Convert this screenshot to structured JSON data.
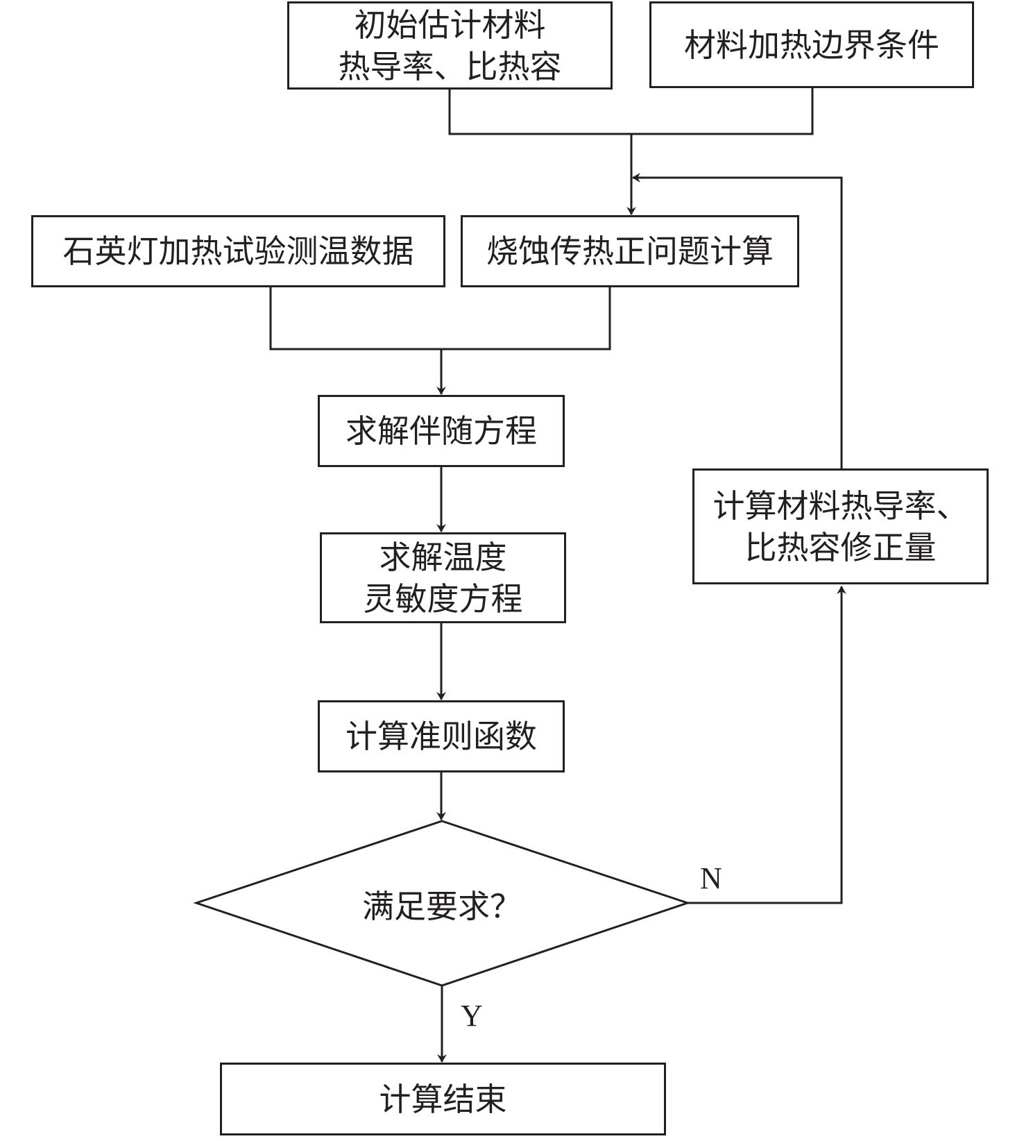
{
  "nodes": {
    "initial_estimate": {
      "line1": "初始估计材料",
      "line2": "热导率、比热容"
    },
    "boundary_conditions": {
      "label": "材料加热边界条件"
    },
    "test_data": {
      "label": "石英灯加热试验测温数据"
    },
    "forward_problem": {
      "label": "烧蚀传热正问题计算"
    },
    "adjoint_equation": {
      "label": "求解伴随方程"
    },
    "sensitivity_equation": {
      "line1": "求解温度",
      "line2": "灵敏度方程"
    },
    "criterion_function": {
      "label": "计算准则函数"
    },
    "decision": {
      "label": "满足要求？"
    },
    "correction": {
      "line1": "计算材料热导率、",
      "line2": "比热容修正量"
    },
    "end": {
      "label": "计算结束"
    }
  },
  "edges": {
    "no_label": "N",
    "yes_label": "Y"
  }
}
